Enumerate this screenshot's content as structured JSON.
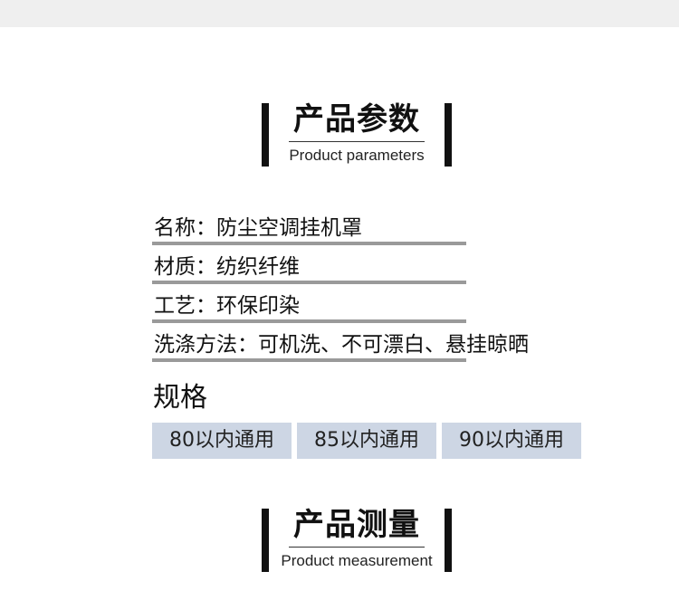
{
  "section_params": {
    "title_cn": "产品参数",
    "title_en": "Product parameters"
  },
  "params": [
    {
      "text": "名称：防尘空调挂机罩"
    },
    {
      "text": "材质：纺织纤维"
    },
    {
      "text": "工艺：环保印染"
    },
    {
      "text": "洗涤方法：可机洗、不可漂白、悬挂晾晒"
    }
  ],
  "spec": {
    "heading": "规格",
    "options": [
      {
        "label": "80以内通用"
      },
      {
        "label": "85以内通用"
      },
      {
        "label": "90以内通用"
      }
    ],
    "option_bg": "#cdd6e4"
  },
  "section_measure": {
    "title_cn": "产品测量",
    "title_en": "Product measurement"
  }
}
